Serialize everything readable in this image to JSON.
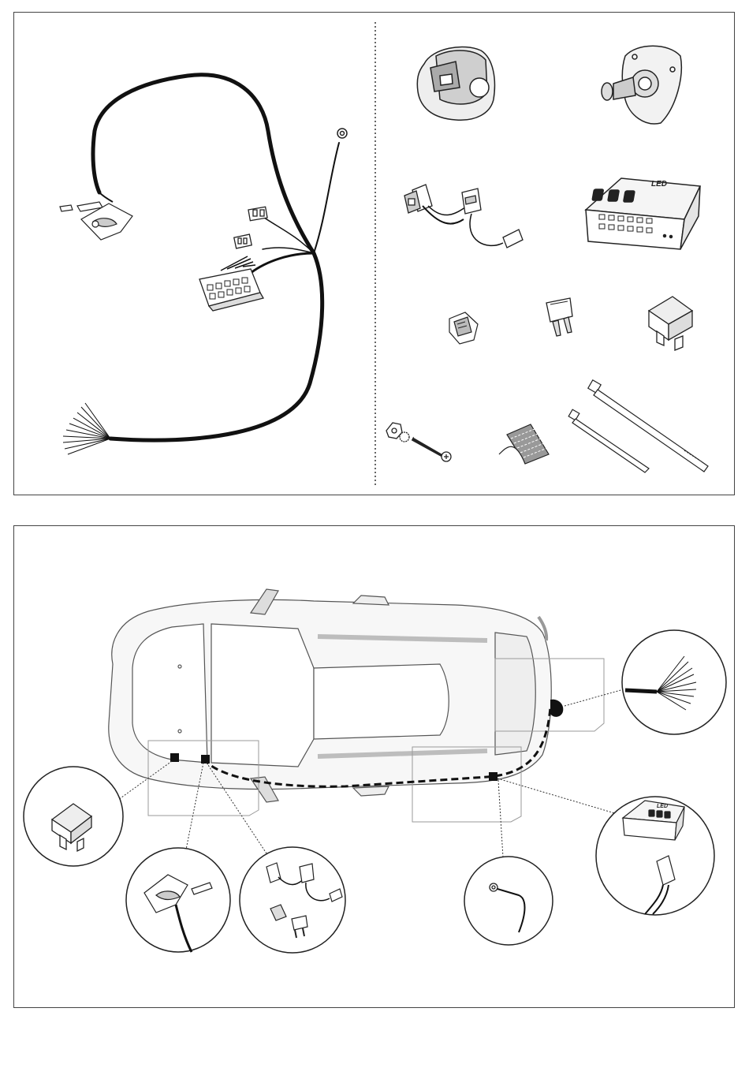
{
  "colors": {
    "ink": "#1a1a1a",
    "harness": "#111111",
    "frame": "#444444",
    "car_body_fill": "#f7f7f7",
    "car_stripe": "#bdbdbd",
    "highlight_box": "#9a9a9a"
  },
  "kit_panel": {
    "components": [
      {
        "name": "wiring-harness",
        "icon": "harness-icon"
      },
      {
        "name": "13-pin-socket",
        "icon": "socket-icon"
      },
      {
        "name": "socket-gasket",
        "icon": "gasket-icon"
      },
      {
        "name": "adapter-cable",
        "icon": "adapter-icon"
      },
      {
        "name": "control-module",
        "icon": "module-icon",
        "label": "LED"
      },
      {
        "name": "clip",
        "icon": "clip-icon"
      },
      {
        "name": "mini-fuse",
        "icon": "mini-fuse-icon"
      },
      {
        "name": "maxi-fuse",
        "icon": "maxi-fuse-icon"
      },
      {
        "name": "screw-nut-washer",
        "icon": "screw-icon"
      },
      {
        "name": "adhesive-pad",
        "icon": "pad-icon"
      },
      {
        "name": "cable-tie-short",
        "icon": "tie-icon"
      },
      {
        "name": "cable-tie-long",
        "icon": "tie-icon"
      }
    ]
  },
  "installation_panel": {
    "vehicle": "car-top-view",
    "callouts": [
      {
        "name": "fuse-callout",
        "icon": "maxi-fuse-icon"
      },
      {
        "name": "connector-callout",
        "icon": "connector-icon"
      },
      {
        "name": "adapter-callout",
        "icon": "adapter-icon"
      },
      {
        "name": "ground-callout",
        "icon": "ground-icon"
      },
      {
        "name": "module-callout",
        "icon": "module-icon",
        "label": "LED"
      },
      {
        "name": "tow-bar-wires-callout",
        "icon": "wire-bundle-icon"
      }
    ]
  }
}
